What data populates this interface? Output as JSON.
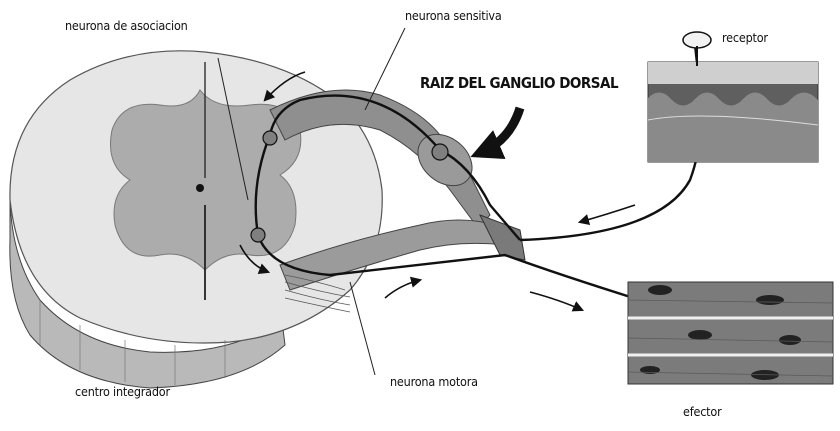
{
  "labels": {
    "asociacion": "neurona de asociacion",
    "sensitiva": "neurona sensitiva",
    "receptor": "receptor",
    "raiz": "RAIZ DEL GANGLIO DORSAL",
    "centro": "centro integrador",
    "motora": "neurona motora",
    "efector": "efector"
  },
  "colors": {
    "ink": "#111111",
    "white_matter": "#e4e4e4",
    "gray_matter": "#9a9a9a",
    "nerve": "#8c8c8c",
    "tissue": "#6f6f6f"
  }
}
